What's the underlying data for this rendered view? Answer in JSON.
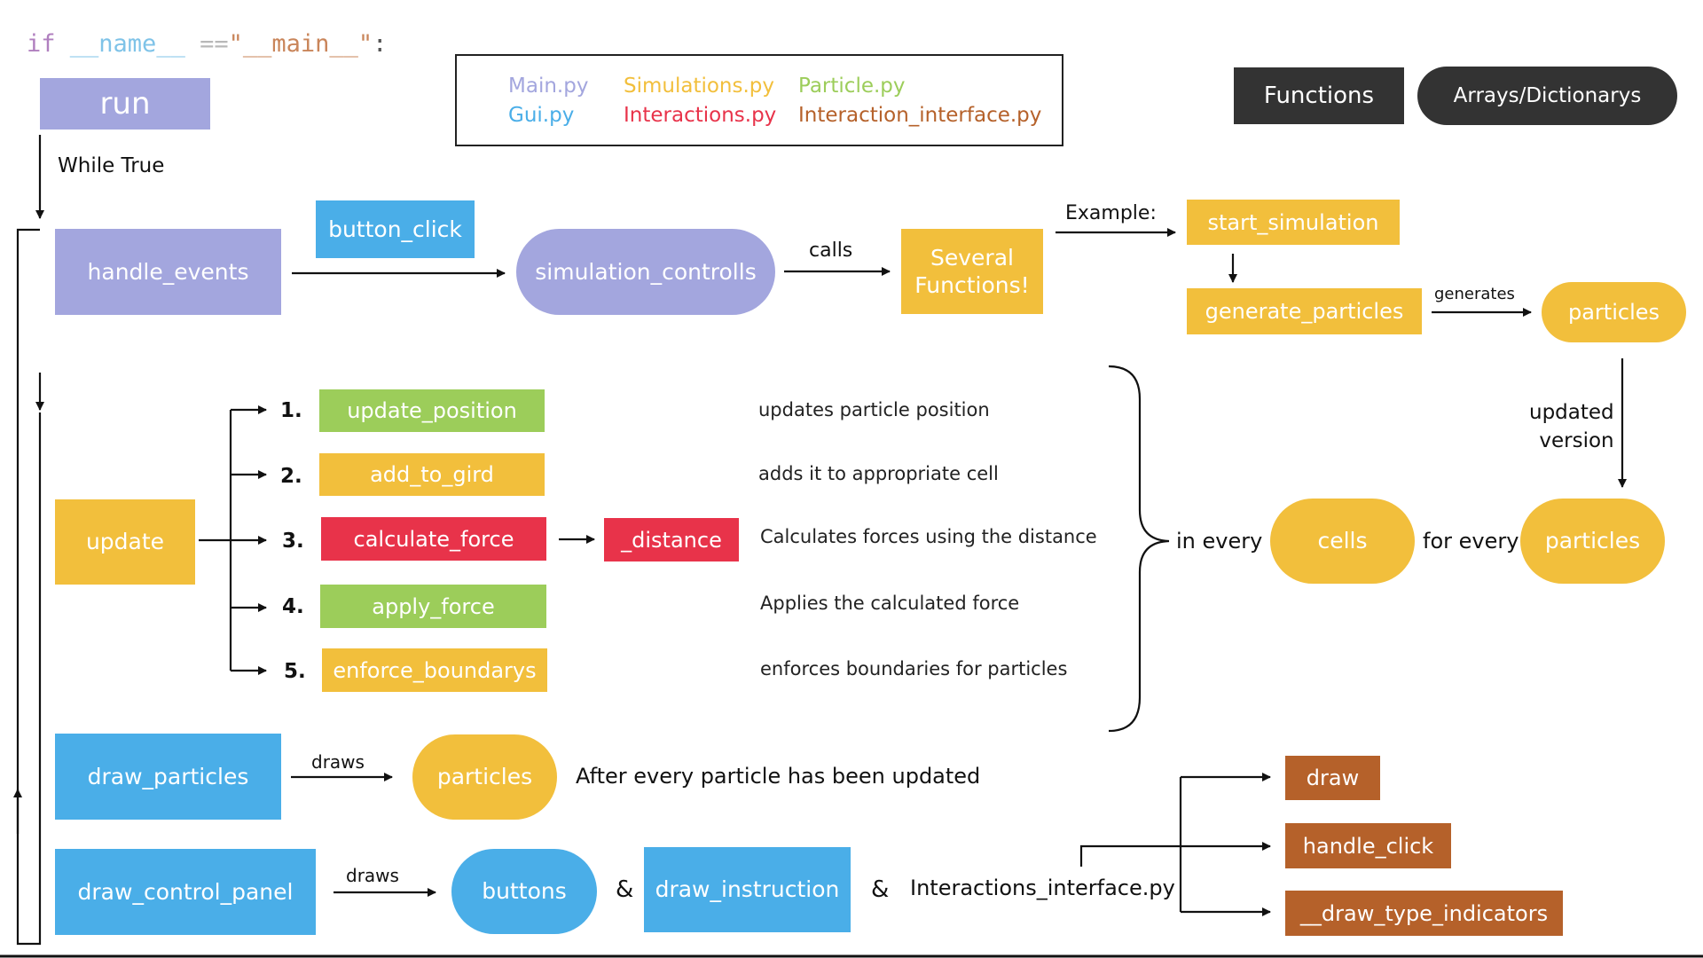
{
  "colors": {
    "main": "#a3a6de",
    "gui": "#4aaee8",
    "simulations": "#f2bf3c",
    "particle": "#9ccd5a",
    "interactions": "#e8334a",
    "interaction_interface": "#b5612a",
    "dark": "#333333",
    "line": "#111111"
  },
  "header": {
    "code_if": "if",
    "code_name": "__name__",
    "code_eq": "==",
    "code_main": "\"__main__\"",
    "code_colon": ":"
  },
  "legend": {
    "main": "Main.py",
    "gui": "Gui.py",
    "simulations": "Simulations.py",
    "interactions": "Interactions.py",
    "particle": "Particle.py",
    "interaction_interface": "Interaction_interface.py"
  },
  "key": {
    "functions": "Functions",
    "arrays": "Arrays/Dictionarys"
  },
  "nodes": {
    "run": "run",
    "while_true": "While True",
    "handle_events": "handle_events",
    "button_click": "button_click",
    "simulation_controlls": "simulation_controlls",
    "calls": "calls",
    "several_functions": "Several\nFunctions!",
    "example": "Example:",
    "start_simulation": "start_simulation",
    "generate_particles": "generate_particles",
    "generates": "generates",
    "particles_top": "particles",
    "updated_version": "updated\nversion",
    "update": "update",
    "n1": "1.",
    "n2": "2.",
    "n3": "3.",
    "n4": "4.",
    "n5": "5.",
    "update_position": "update_position",
    "add_to_gird": "add_to_gird",
    "calculate_force": "calculate_force",
    "distance": "_distance",
    "apply_force": "apply_force",
    "enforce_boundarys": "enforce_boundarys",
    "d1": "updates particle position",
    "d2": "adds it to appropriate cell",
    "d3": "Calculates forces using the distance",
    "d4": "Applies the calculated force",
    "d5": "enforces boundaries for particles",
    "in_every": "in every",
    "cells": "cells",
    "for_every": "for every",
    "particles_mid": "particles",
    "draw_particles": "draw_particles",
    "draws1": "draws",
    "particles_bottom": "particles",
    "after_every": "After every particle has been updated",
    "draw_control_panel": "draw_control_panel",
    "draws2": "draws",
    "buttons": "buttons",
    "amp1": "&",
    "draw_instruction": "draw_instruction",
    "amp2": "&",
    "interactions_interface": "Interactions_interface.py",
    "draw": "draw",
    "handle_click": "handle_click",
    "draw_type_indicators": "__draw_type_indicators"
  }
}
